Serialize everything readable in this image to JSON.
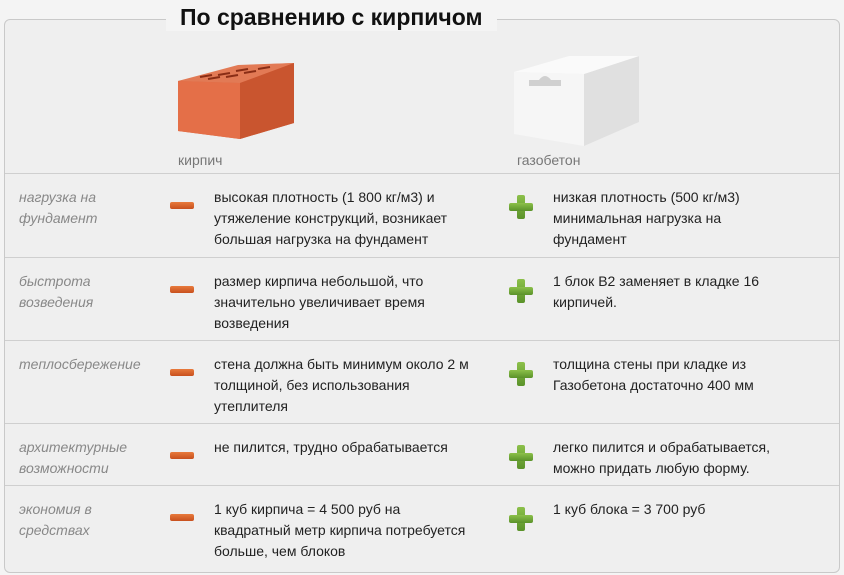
{
  "title": "По сравнению с кирпичом",
  "products": {
    "left": "кирпич",
    "right": "газобетон"
  },
  "colors": {
    "minus": "#d9622b",
    "plus": "#74ab38"
  },
  "rows": [
    {
      "label": "нагрузка на фундамент",
      "minus": "высокая плотность (1 800 кг/м3) и утяжеление конструкций, возникает большая нагрузка на фундамент",
      "plus": "низкая плотность (500 кг/м3) минимальная нагрузка на фундамент"
    },
    {
      "label": "быстрота возведения",
      "minus": "размер кирпича небольшой, что значительно увеличивает время возведения",
      "plus": "1 блок B2 заменяет в кладке 16 кирпичей."
    },
    {
      "label": "теплосбережение",
      "minus": "стена должна быть минимум около 2 м толщиной, без использования утеплителя",
      "plus": "толщина стены при кладке из Газобетона достаточно 400 мм"
    },
    {
      "label": "архитектурные возможности",
      "minus": "не пилится, трудно обрабатывается",
      "plus": "легко пилится и обрабатывается, можно придать любую форму."
    },
    {
      "label": "экономия в средствах",
      "minus": "1 куб кирпича = 4 500 руб на квадратный метр кирпича потребуется больше, чем блоков",
      "plus": "1 куб блока = 3 700 руб"
    }
  ]
}
